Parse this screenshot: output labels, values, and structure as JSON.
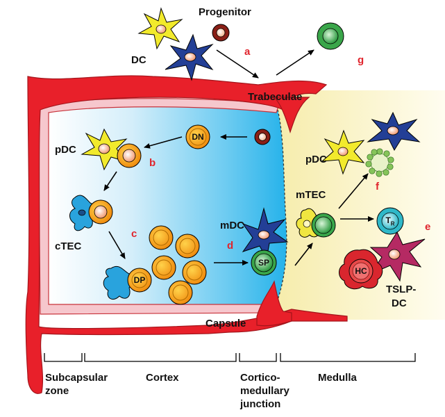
{
  "labels": {
    "progenitor": "Progenitor",
    "dc_top": "DC",
    "trabeculae": "Trabeculae",
    "pdc_left": "pDC",
    "ctec": "cTEC",
    "mdc": "mDC",
    "pdc_right": "pDC",
    "mtec": "mTEC",
    "tslp_dc_1": "TSLP-",
    "tslp_dc_2": "DC",
    "capsule": "Capsule"
  },
  "cells": {
    "dn": "DN",
    "dp": "DP",
    "sp": "SP",
    "tr": "T",
    "tr_sub": "R",
    "hc": "HC"
  },
  "steps": [
    "a",
    "b",
    "c",
    "d",
    "e",
    "f",
    "g"
  ],
  "zones": {
    "subcapsular_1": "Subcapsular",
    "subcapsular_2": "zone",
    "cortex": "Cortex",
    "cmj_1": "Cortico-",
    "cmj_2": "medullary",
    "cmj_3": "junction",
    "medulla": "Medulla"
  },
  "colors": {
    "capsule": "#e8202a",
    "step_letters": "#e0242c",
    "cortex": "#2ab4ec",
    "medulla": "#fbf3c2",
    "thymocyte": "#f5a623",
    "ctec": "#29a3dd",
    "mtec": "#f0e640",
    "dendritic_blue": "#233f96",
    "dendritic_yellow": "#f2ea2c",
    "sp_cell": "#33a34a",
    "hc": "#d9262e",
    "tslp_dc": "#b52a63"
  }
}
